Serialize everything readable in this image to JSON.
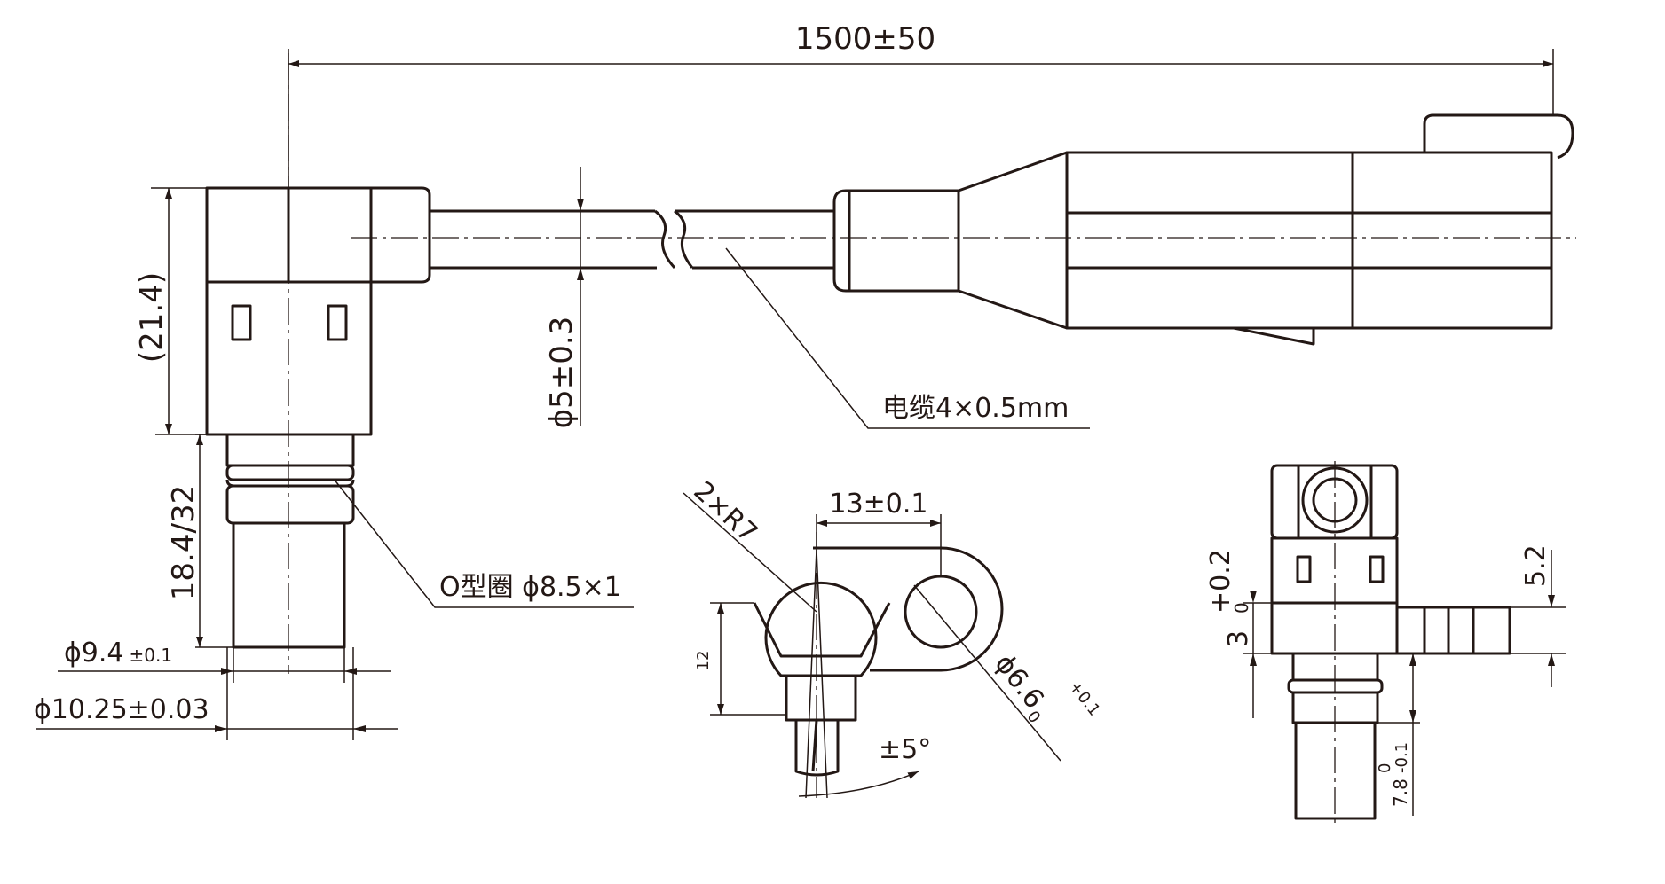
{
  "labels": {
    "length": "1500±50",
    "height": "(21.4)",
    "cable_dia": "ϕ5±0.3",
    "cable_spec": "电缆4×0.5mm",
    "probe_len": "18.4/32",
    "oring": "O型圈 ϕ8.5×1",
    "dia_94": "ϕ9.4",
    "dia_94_tol": "±0.1",
    "dia_1025": "ϕ10.25±0.03",
    "radius": "2×R7",
    "hole_spacing": "13±0.1",
    "flange_height": "12",
    "hole_dia": "ϕ6.6",
    "hole_tol_upper": "+0.1",
    "hole_tol_lower": "0",
    "angle": "±5°",
    "dim_30": "3",
    "dim_30_tol_upper": "+0.2",
    "dim_30_tol_lower": "0",
    "dim_52": "5.2",
    "dim_78": "7.8",
    "dim_78_tol_upper": "0",
    "dim_78_tol_lower": "-0.1"
  },
  "colors": {
    "ink": "#231815",
    "background": "#ffffff"
  }
}
